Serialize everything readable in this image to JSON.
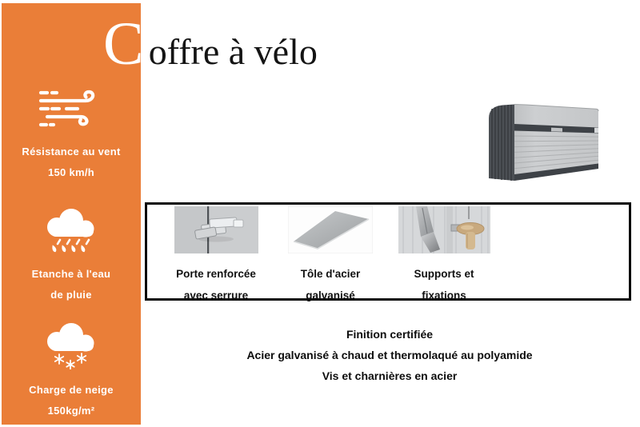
{
  "colors": {
    "accent_orange": "#EA7E38",
    "text_black": "#0d0d0d",
    "box_border_black": "#0b0b0b"
  },
  "title": {
    "initial": "C",
    "rest": "offre à vélo"
  },
  "sidebar": {
    "items": [
      {
        "icon": "wind-icon",
        "line1": "Résistance au vent",
        "line2": "150 km/h"
      },
      {
        "icon": "rain-cloud-icon",
        "line1": "Etanche à l'eau",
        "line2": "de pluie"
      },
      {
        "icon": "snow-cloud-icon",
        "line1": "Charge de neige",
        "line2": "150kg/m²"
      }
    ]
  },
  "product": {
    "image": "bike-storage-box-render"
  },
  "features": {
    "items": [
      {
        "image": "door-lock-photo",
        "line1": "Porte renforcée",
        "line2": "avec serrure"
      },
      {
        "image": "galvanized-sheet-photo",
        "line1": "Tôle d'acier",
        "line2": "galvanisé"
      },
      {
        "image": "supports-fixings-photo",
        "line1": "Supports et",
        "line2": "fixations"
      }
    ]
  },
  "specs": {
    "line1": "Finition certifiée",
    "line2": "Acier galvanisé à chaud et thermolaqué au polyamide",
    "line3": "Vis et charnières en acier"
  }
}
